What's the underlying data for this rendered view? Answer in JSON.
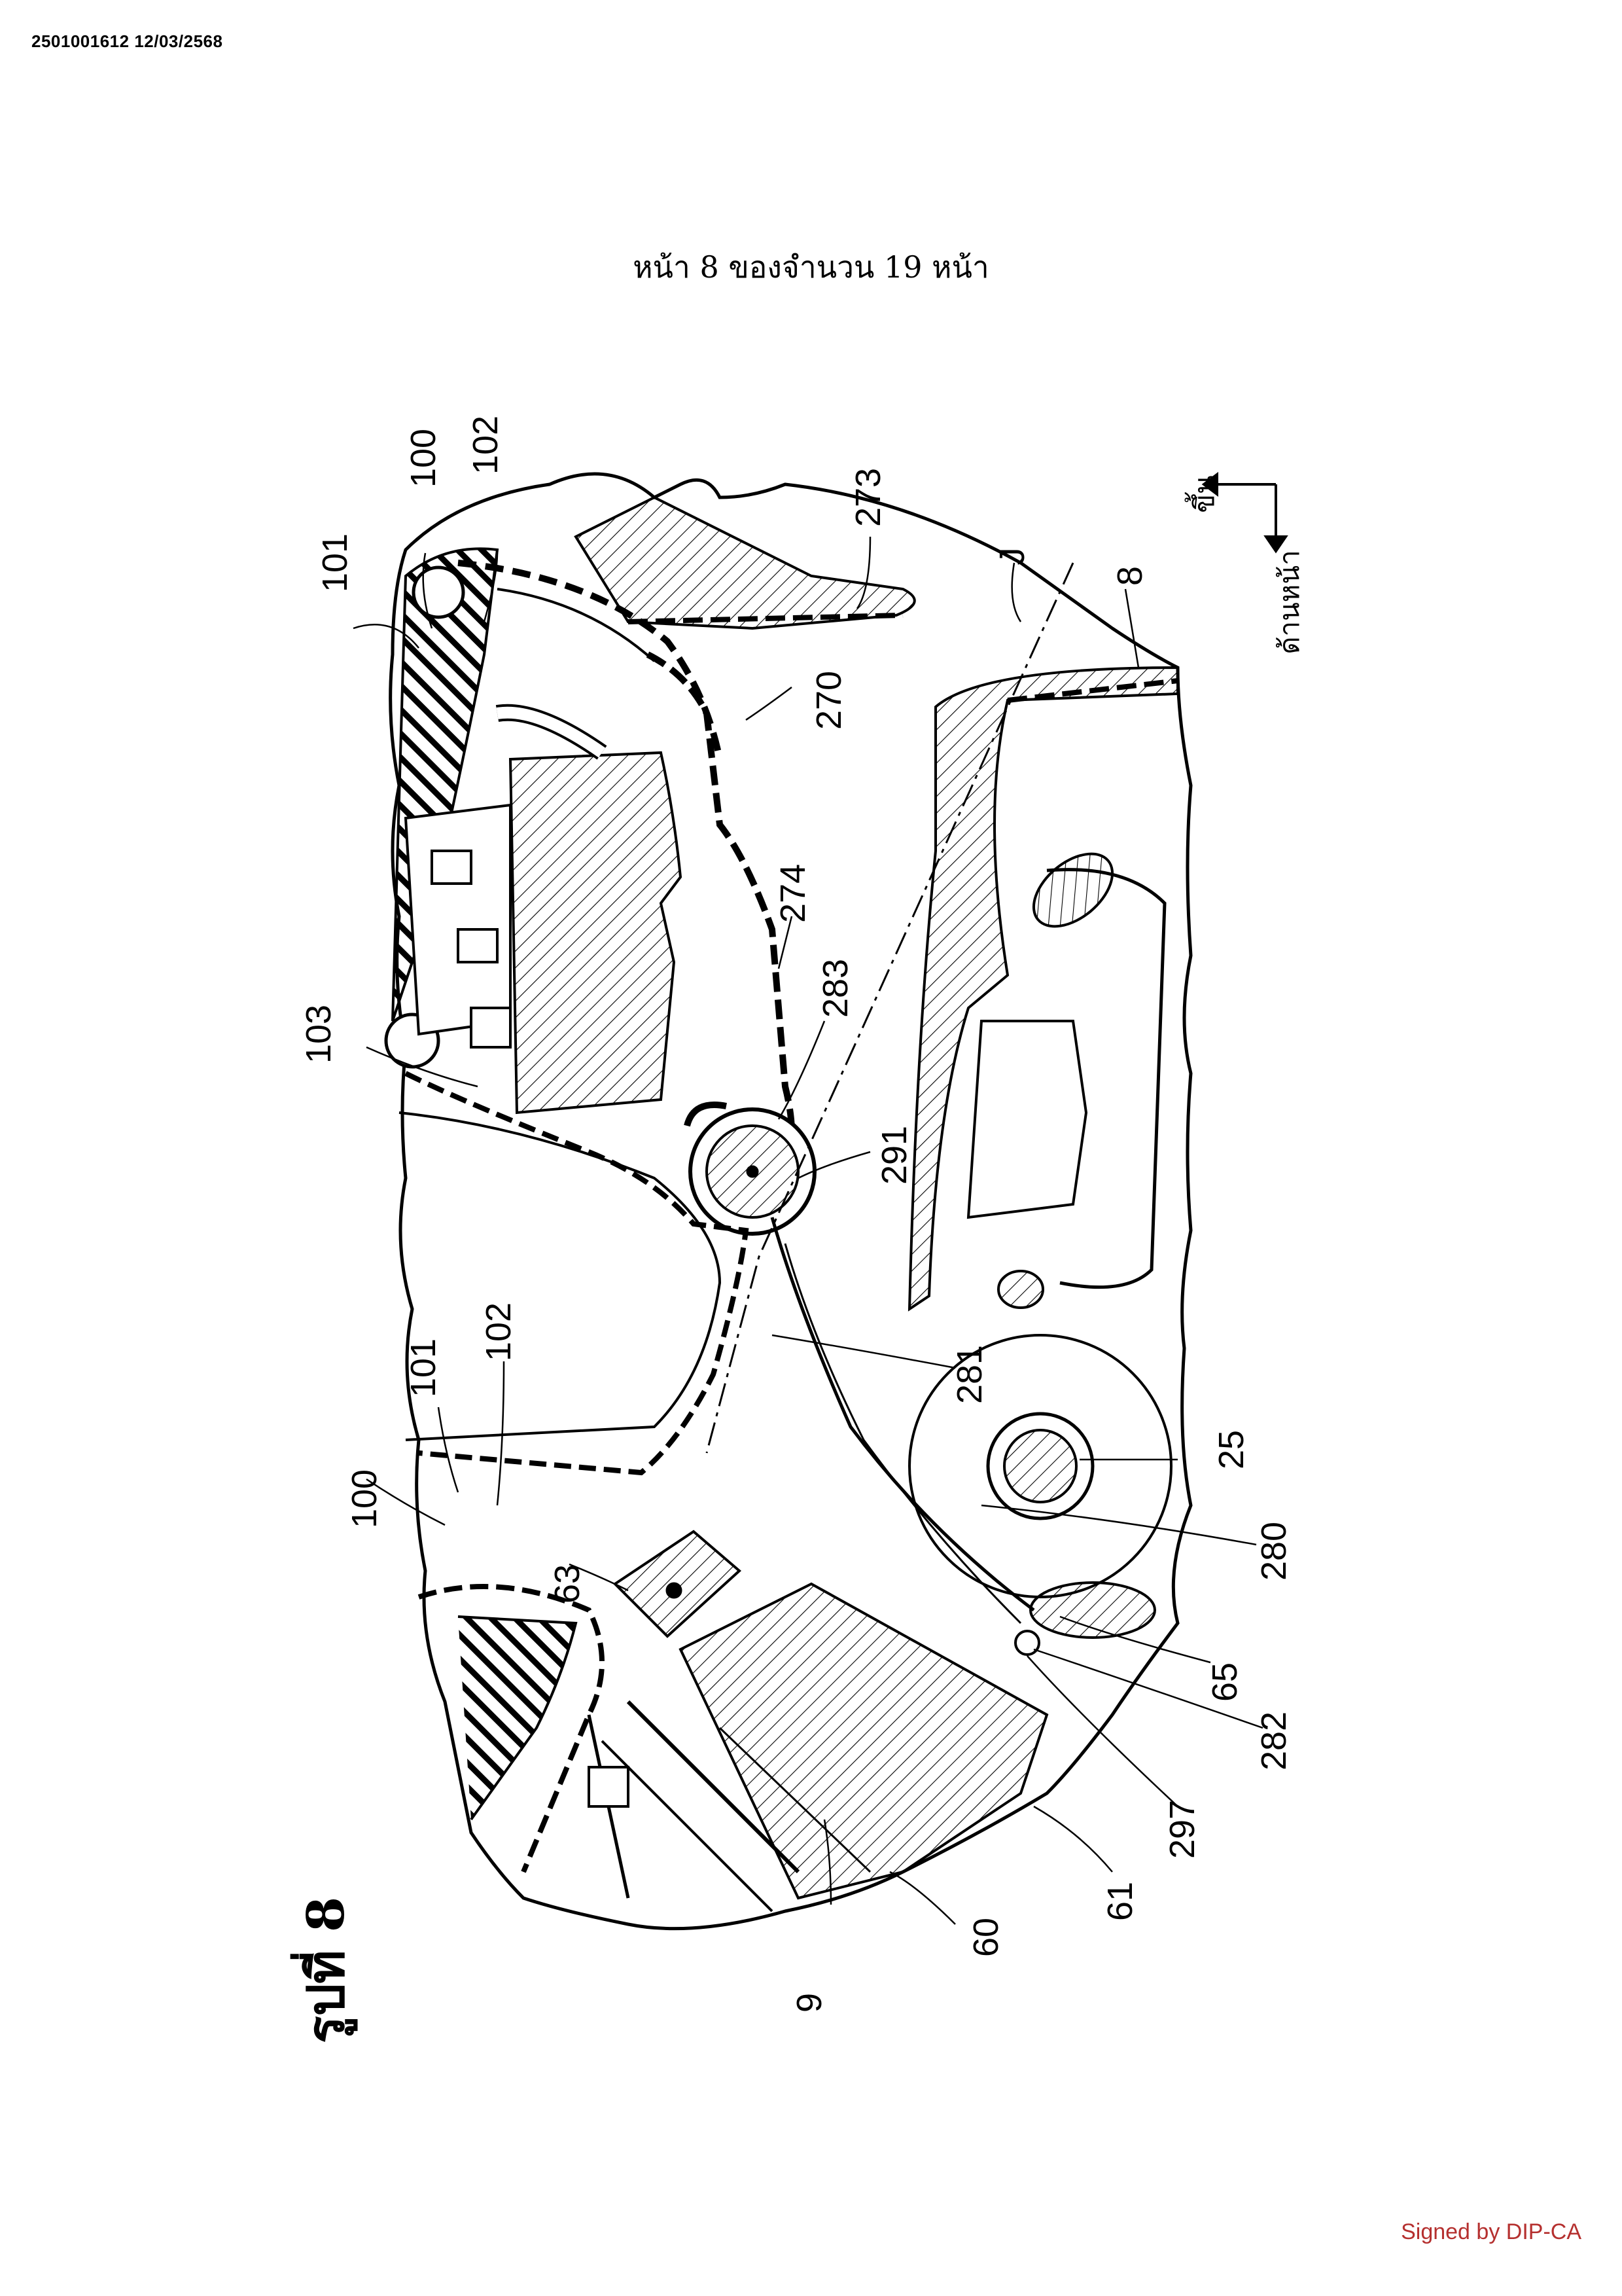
{
  "header": {
    "doc_id": "2501001612 12/03/2568",
    "page_label": "หน้า 8 ของจำนวน 19 หน้า"
  },
  "figure": {
    "title": "รูปที่ 8",
    "directions": {
      "up": "ขึ้น",
      "front": "ด้านหน้า"
    },
    "labels": {
      "l100a": "100",
      "l102a": "102",
      "l101a": "101",
      "l273": "273",
      "lJ": "J",
      "l8": "8",
      "l270": "270",
      "l274": "274",
      "l103": "103",
      "l283": "283",
      "l291": "291",
      "l281": "281",
      "l25": "25",
      "l101b": "101",
      "l102b": "102",
      "l100b": "100",
      "l63": "63",
      "l280": "280",
      "l65": "65",
      "l282": "282",
      "l297": "297",
      "l61": "61",
      "l60": "60",
      "l9": "9"
    }
  },
  "footer": {
    "signature": "Signed by DIP-CA"
  }
}
